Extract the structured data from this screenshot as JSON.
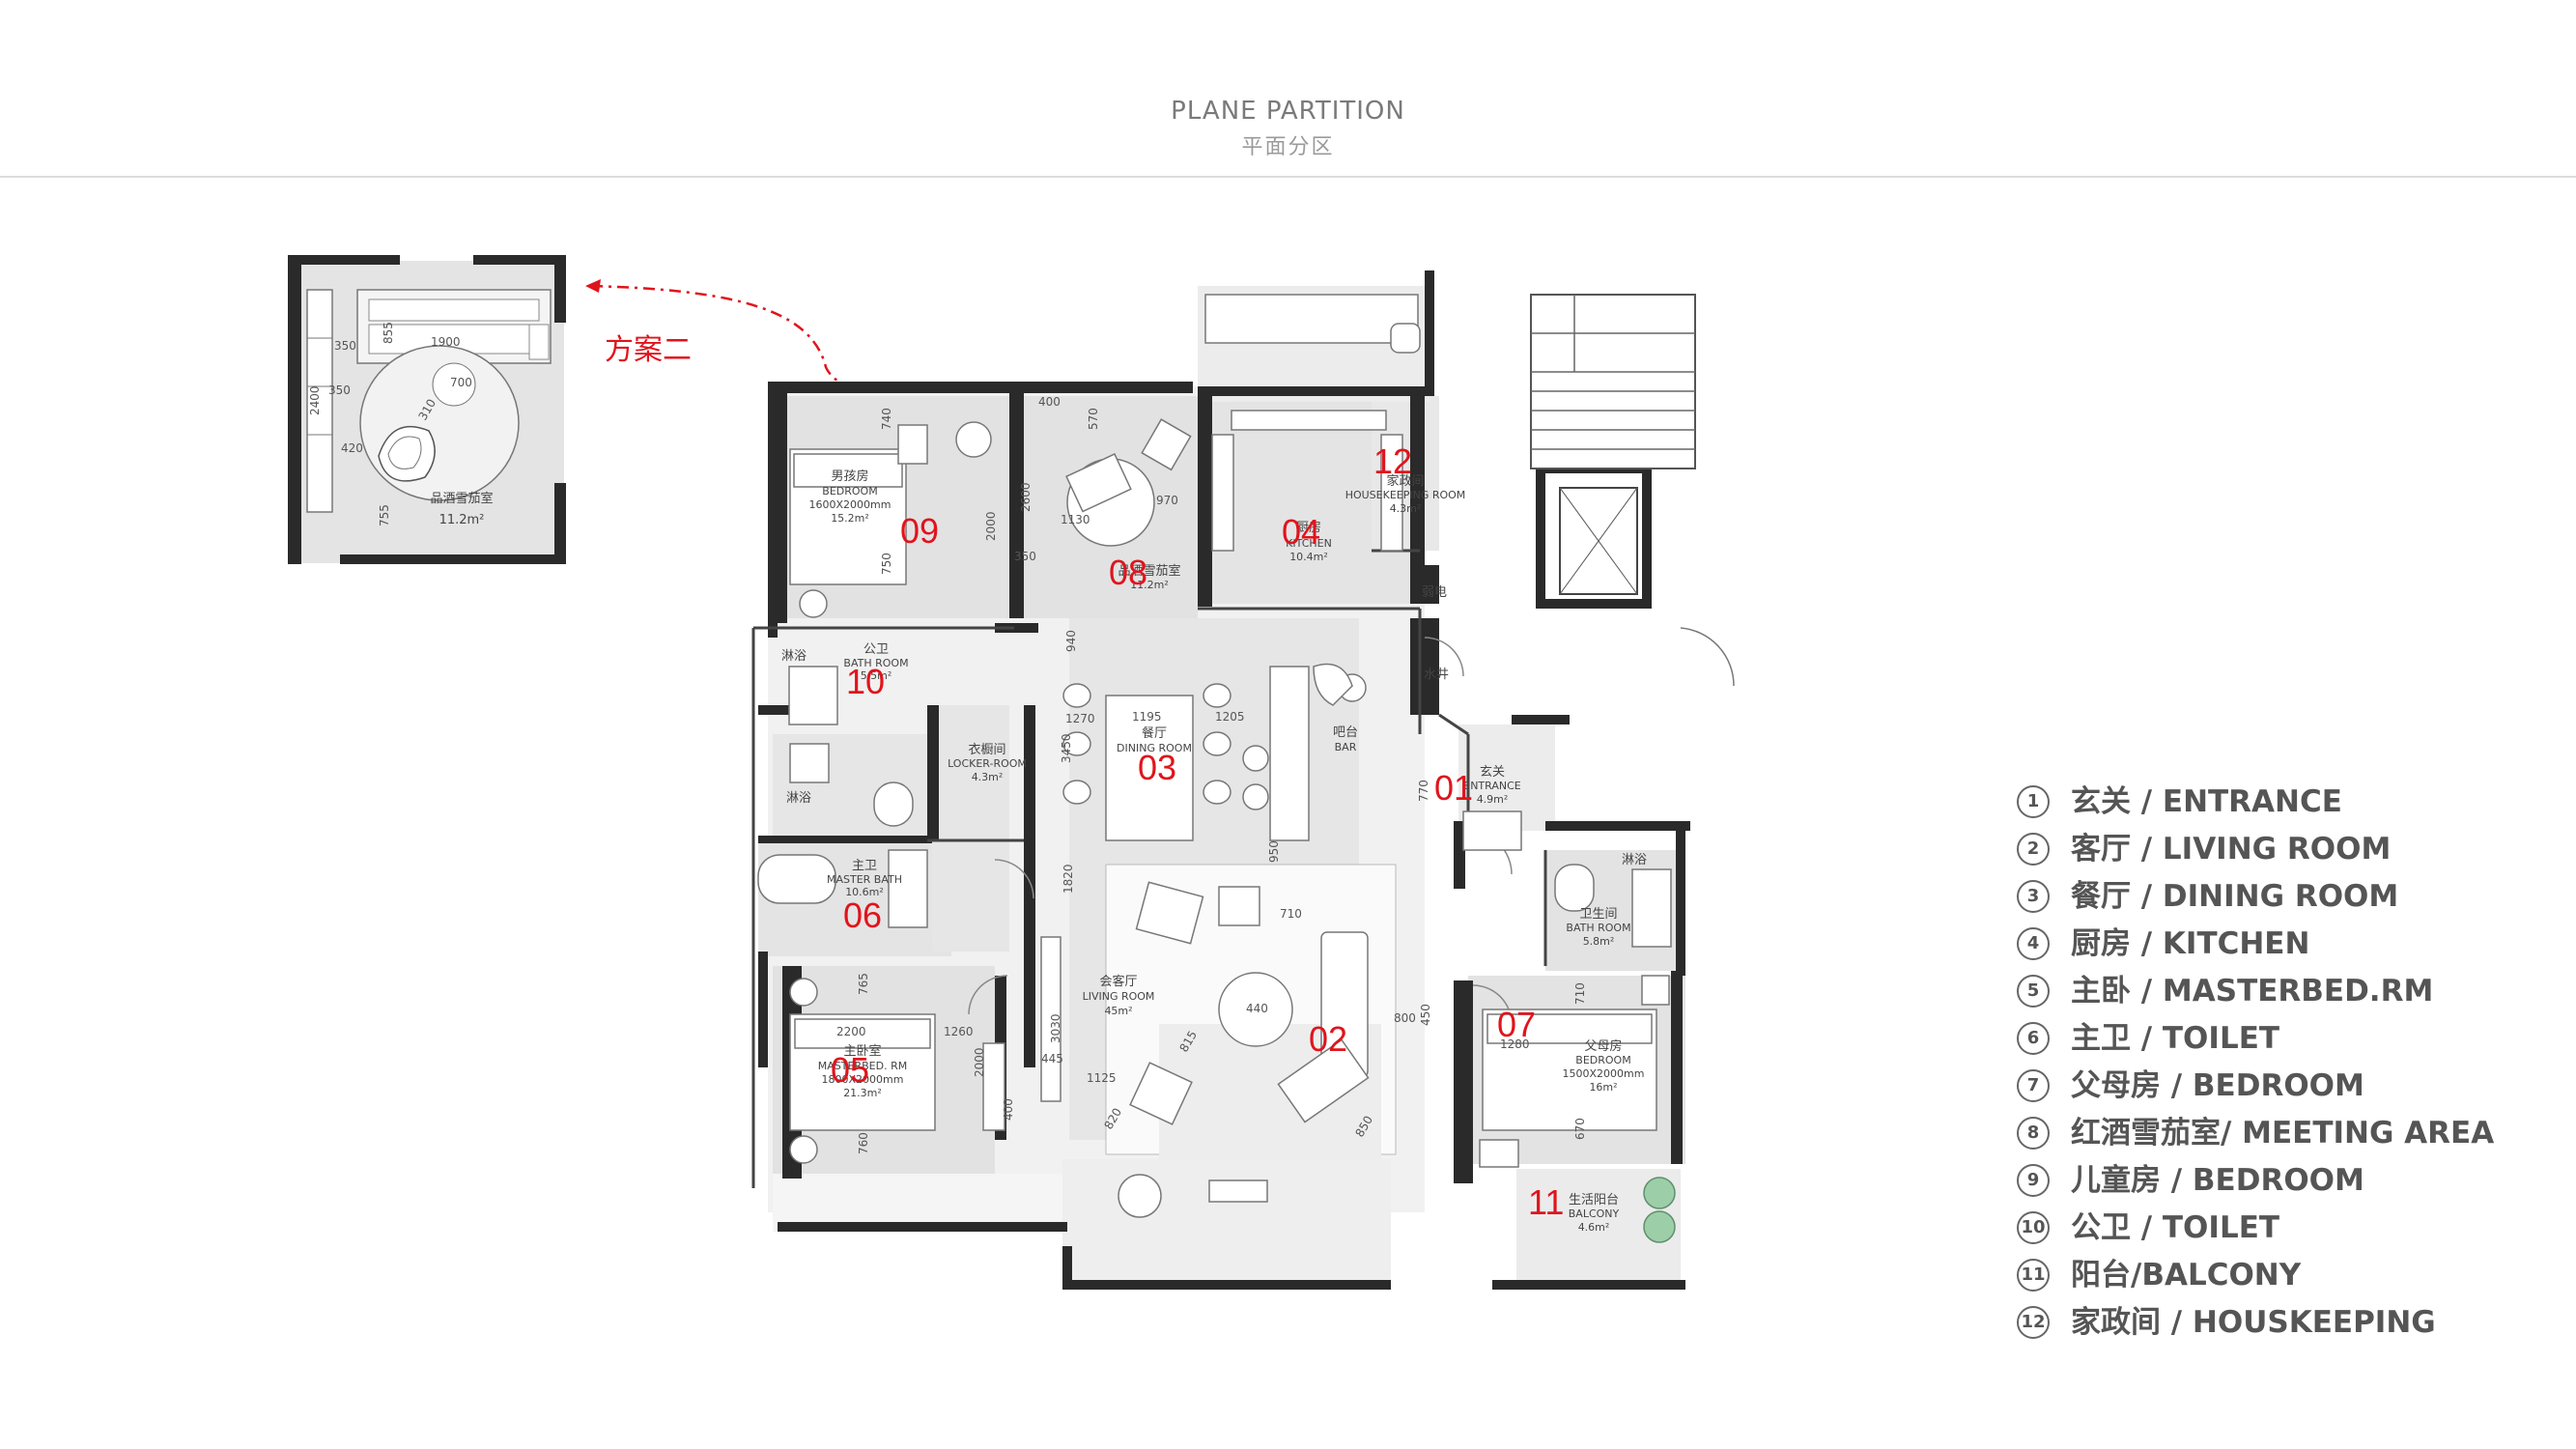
{
  "header": {
    "title_en": "PLANE PARTITION",
    "title_cn": "平面分区"
  },
  "annotation": {
    "scheme_label": "方案二"
  },
  "inset": {
    "room_label": "品酒雪茄室",
    "area": "11.2m²",
    "dims": [
      "350",
      "855",
      "1900",
      "700",
      "310",
      "2400",
      "420",
      "755",
      "350"
    ]
  },
  "rooms": {
    "boy_room": {
      "cn": "男孩房",
      "en": "BEDROOM",
      "size": "1600X2000mm",
      "area": "15.2m²"
    },
    "cigar_room": {
      "cn": "品酒雪茄室",
      "area": "11.2m²"
    },
    "kitchen": {
      "cn": "厨房",
      "en": "KITCHEN",
      "area": "10.4m²"
    },
    "housekeeping": {
      "cn": "家政间",
      "en": "HOUSEKEEPING ROOM",
      "area": "4.3m²"
    },
    "weak_elec": "弱电",
    "water_well": "水井",
    "public_bath": {
      "shower": "淋浴",
      "cn": "公卫",
      "en": "BATH ROOM",
      "area": "5.5m²"
    },
    "locker": {
      "cn": "衣橱间",
      "en": "LOCKER-ROOM",
      "area": "4.3m²"
    },
    "dining": {
      "cn": "餐厅",
      "en": "DINING ROOM"
    },
    "bar": {
      "cn": "吧台",
      "en": "BAR"
    },
    "entrance": {
      "cn": "玄关",
      "en": "ENTRANCE",
      "area": "4.9m²"
    },
    "master_bath": {
      "shower": "淋浴",
      "cn": "主卫",
      "en": "MASTER BATH",
      "area": "10.6m²"
    },
    "bath_room2": {
      "shower": "淋浴",
      "cn": "卫生间",
      "en": "BATH ROOM",
      "area": "5.8m²"
    },
    "living": {
      "cn": "会客厅",
      "en": "LIVING ROOM",
      "area": "45m²"
    },
    "master_bed": {
      "cn": "主卧室",
      "en": "MASTERBED. RM",
      "size": "1800X2000mm",
      "area": "21.3m²"
    },
    "parent_room": {
      "cn": "父母房",
      "en": "BEDROOM",
      "size": "1500X2000mm",
      "area": "16m²"
    },
    "balcony": {
      "cn": "生活阳台",
      "en": "BALCONY",
      "area": "4.6m²"
    }
  },
  "dims": {
    "d740": "740",
    "d2000a": "2000",
    "d750": "750",
    "d400": "400",
    "d570": "570",
    "d970": "970",
    "d1130": "1130",
    "d2600": "2600",
    "d350": "350",
    "d940": "940",
    "d1270": "1270",
    "d1195": "1195",
    "d1205": "1205",
    "d3450": "3450",
    "d770": "770",
    "d950": "950",
    "d710": "710",
    "d1820": "1820",
    "d440": "440",
    "d800": "800",
    "d2200": "2200",
    "d1260": "1260",
    "d2000b": "2000",
    "d765": "765",
    "d3030": "3030",
    "d445": "445",
    "d1125": "1125",
    "d815": "815",
    "d820": "820",
    "d850": "850",
    "d450": "450",
    "d1280": "1280",
    "d710b": "710",
    "d670": "670",
    "d760": "760",
    "d400b": "400"
  },
  "zone_numbers": [
    "01",
    "02",
    "03",
    "04",
    "05",
    "06",
    "07",
    "08",
    "09",
    "10",
    "11",
    "12"
  ],
  "legend": [
    {
      "num": "1",
      "text": "玄关 / ENTRANCE"
    },
    {
      "num": "2",
      "text": "客厅 / LIVING ROOM"
    },
    {
      "num": "3",
      "text": "餐厅 / DINING ROOM"
    },
    {
      "num": "4",
      "text": "厨房 / KITCHEN"
    },
    {
      "num": "5",
      "text": "主卧 / MASTERBED.RM"
    },
    {
      "num": "6",
      "text": "主卫 / TOILET"
    },
    {
      "num": "7",
      "text": "父母房 / BEDROOM"
    },
    {
      "num": "8",
      "text": "红酒雪茄室/ MEETING AREA"
    },
    {
      "num": "9",
      "text": "儿童房 / BEDROOM"
    },
    {
      "num": "10",
      "text": "公卫 / TOILET"
    },
    {
      "num": "11",
      "text": "阳台/BALCONY"
    },
    {
      "num": "12",
      "text": "家政间 / HOUSKEEPING"
    }
  ],
  "colors": {
    "accent": "#e0141c",
    "wall": "#2a2a2a",
    "floor": "#e6e6e6"
  }
}
